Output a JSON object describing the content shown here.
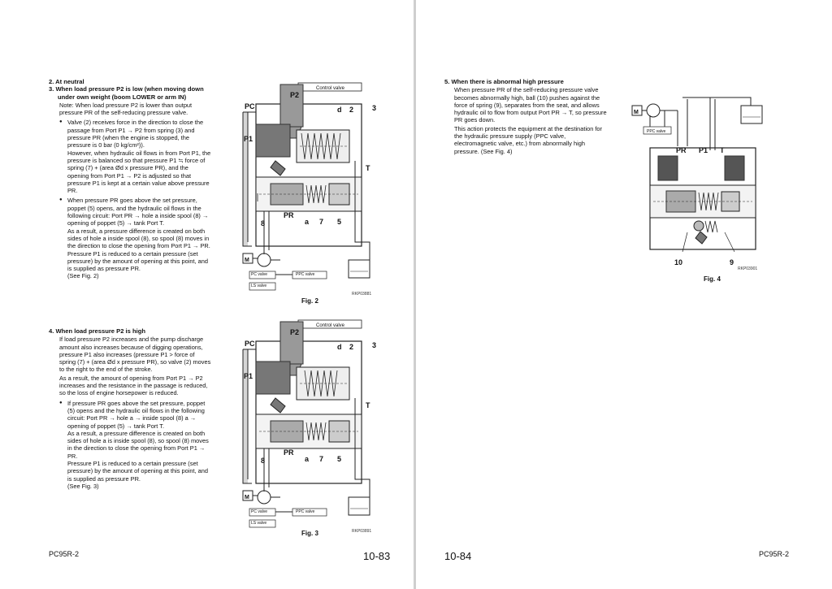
{
  "left": {
    "s2_heading": "2. At neutral",
    "s3_heading": "3. When load pressure P2 is low (when moving down under own weight (boom LOWER or arm IN)",
    "s3_note": "Note: When load pressure P2 is lower than output pressure PR of the self-reducing pressure valve.",
    "s3_bullet1": "Valve (2) receives force in the direction to close the passage from Port P1 → P2 from spring (3) and pressure PR (when the engine is stopped, the pressure is 0 bar (0 kg/cm²)).",
    "s3_bullet1_cont": "However, when hydraulic oil flows in from Port P1, the pressure is balanced so that pressure P1 ≒ force of spring (7) + (area Ød x pressure PR), and the opening from Port P1 → P2 is adjusted so that pressure P1 is kept at a certain value above pressure PR.",
    "s3_bullet2": "When pressure PR goes above the set pressure, poppet (5) opens, and the hydraulic oil flows in the following circuit: Port PR → hole a inside spool (8) → opening of poppet (5) → tank Port T.",
    "s3_bullet2_cont1": "As a result, a pressure difference is created on both sides of hole a inside spool (8), so spool (8) moves in the direction to close the opening from Port P1 → PR.",
    "s3_bullet2_cont2": "Pressure P1 is reduced to a certain pressure (set pressure) by the amount of opening at this point, and is supplied as pressure PR.",
    "s3_see": "(See Fig. 2)",
    "s4_heading": "4. When load pressure P2 is high",
    "s4_para1": "If load pressure P2 increases and the pump discharge amount also increases because of digging operations, pressure P1 also increases (pressure P1 > force of spring (7) + (area Ød x pressure PR), so valve (2) moves to the right to the end of the stroke.",
    "s4_para2": "As a result, the amount of opening from Port P1 → P2 increases and the resistance in the passage is reduced, so the loss of engine horsepower is reduced.",
    "s4_bullet1": "If pressure PR goes above the set pressure, poppet (5) opens and the hydraulic oil flows in the following circuit: Port PR → hole a → inside spool (8) a → opening of poppet (5) → tank Port T.",
    "s4_bullet1_cont1": "As a result, a pressure difference is created on both sides of hole a is inside spool (8), so spool (8) moves in the direction to close the opening from Port P1 → PR.",
    "s4_bullet1_cont2": "Pressure P1 is reduced to a certain pressure (set pressure) by the amount of opening at this point, and is supplied as pressure PR.",
    "s4_see": "(See Fig. 3)",
    "fig2_caption": "Fig. 2",
    "fig3_caption": "Fig. 3",
    "fig2_code": "RKP03881",
    "fig3_code": "RKP03891",
    "footer_model": "PC95R-2",
    "page_number": "10-83"
  },
  "right": {
    "s5_heading": "5. When there is abnormal high pressure",
    "s5_para1": "When pressure PR of the self-reducing pressure valve becomes abnormally high, ball (10) pushes against the force of spring (9), separates from the seat, and allows hydraulic oil to flow from output Port PR → T, so pressure PR goes down.",
    "s5_para2": "This action protects the equipment at the destination for the hydraulic pressure supply (PPC valve, electromagnetic valve, etc.) from abnormally high pressure. (See Fig. 4)",
    "fig4_caption": "Fig. 4",
    "fig4_code": "RKP03901",
    "footer_model": "PC95R-2",
    "page_number": "10-84"
  },
  "diagram_labels": {
    "control_valve": "Control valve",
    "pc": "PC",
    "p1": "P1",
    "p2": "P2",
    "pr": "PR",
    "t": "T",
    "m": "M",
    "pc_valve": "PC valve",
    "ls_valve": "LS valve",
    "ppc_valve": "PPC valve",
    "n_d": "d",
    "n_2": "2",
    "n_3": "3",
    "n_8": "8",
    "n_a": "a",
    "n_7": "7",
    "n_5": "5",
    "n_9": "9",
    "n_10": "10"
  }
}
